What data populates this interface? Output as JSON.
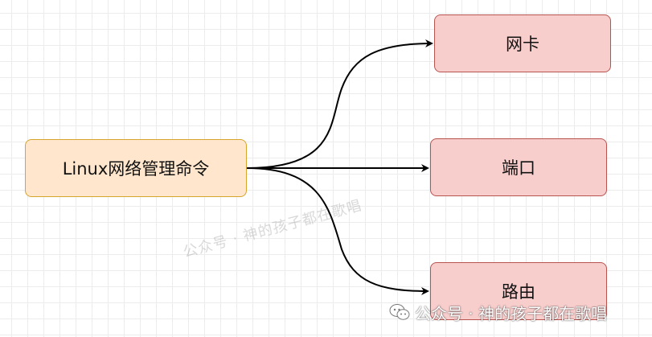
{
  "diagram": {
    "root": {
      "label": "Linux网络管理命令"
    },
    "children": [
      {
        "id": "nic",
        "label": "网卡"
      },
      {
        "id": "port",
        "label": "端口"
      },
      {
        "id": "route",
        "label": "路由"
      }
    ],
    "colors": {
      "root_fill": "#ffe6cc",
      "root_border": "#d6a52b",
      "child_fill": "#f8cecc",
      "child_border": "#b85450",
      "edge": "#000000"
    }
  },
  "watermarks": {
    "diagonal": "公众号 · 神的孩子都在歌唱",
    "footer_text": "公众号 · 神的孩子都在歌唱",
    "footer_icon": "wechat-icon"
  }
}
